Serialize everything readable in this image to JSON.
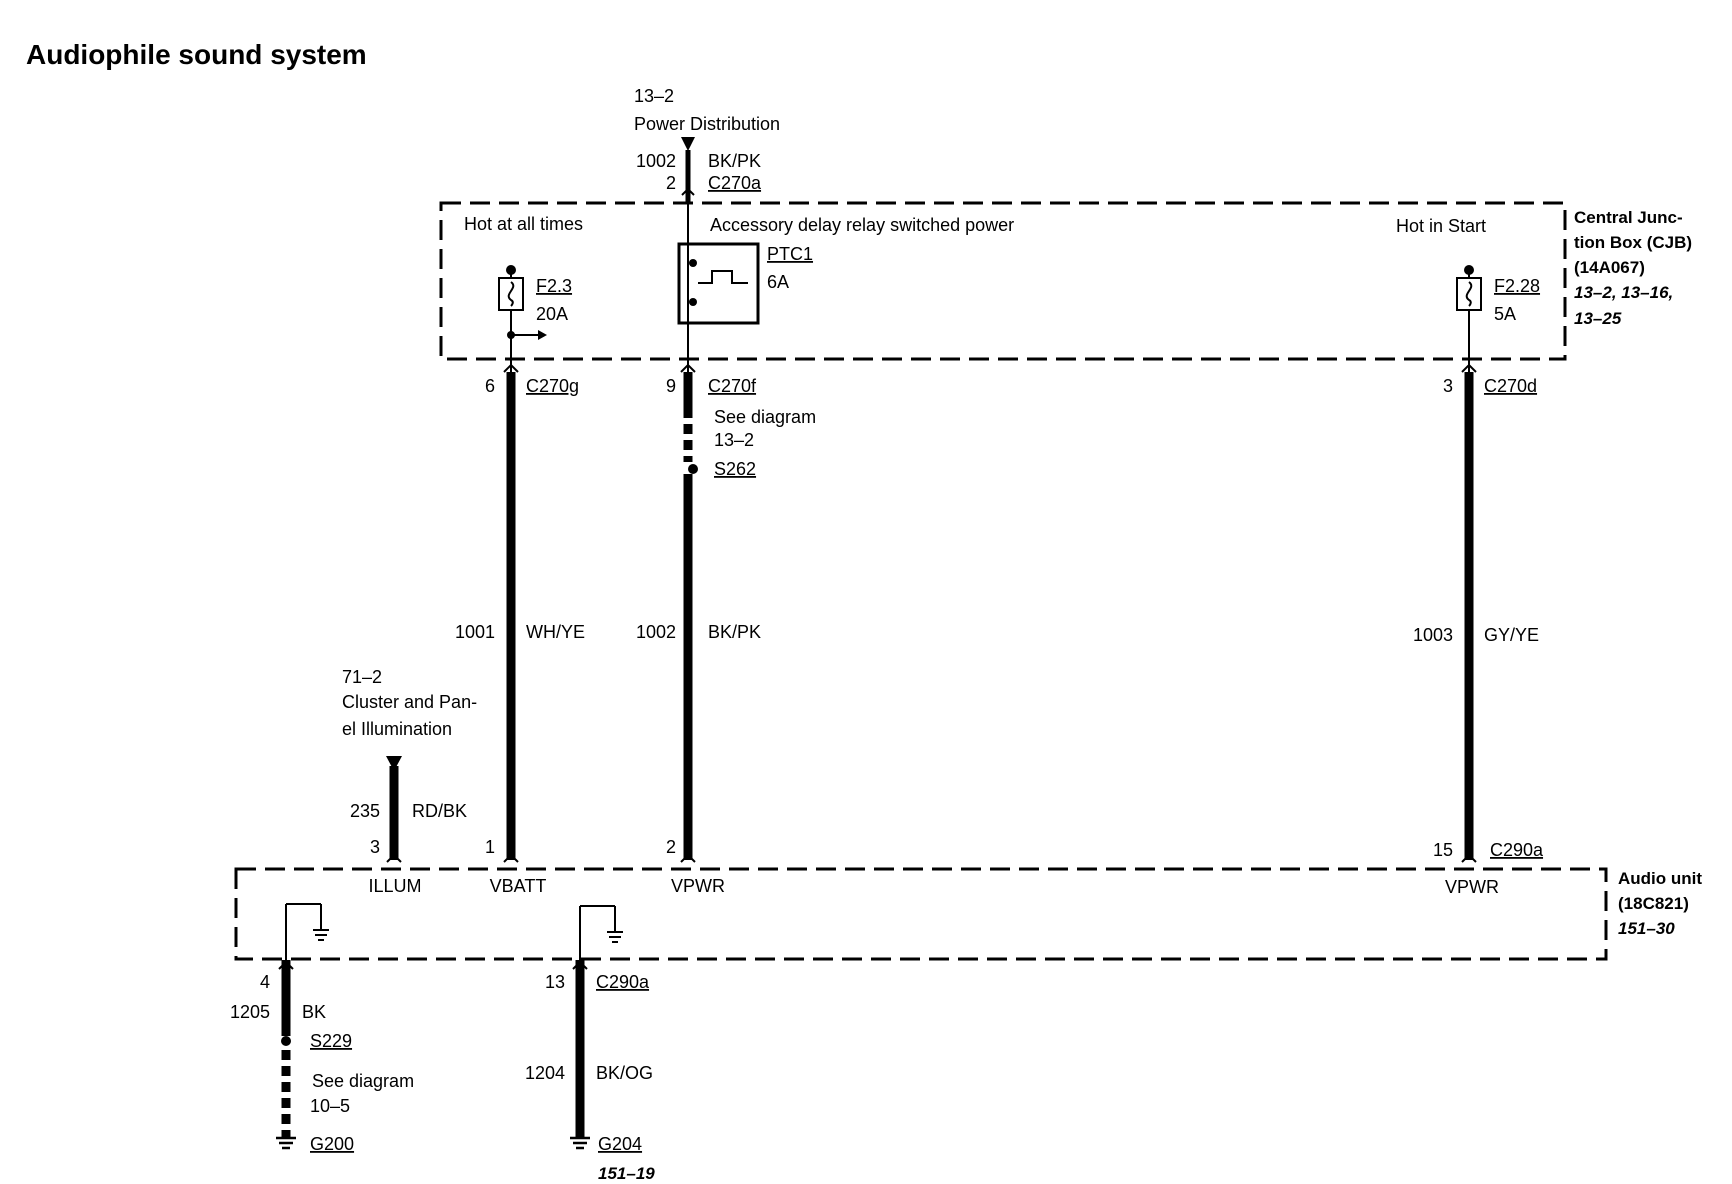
{
  "title": "Audiophile sound system",
  "top_feed": {
    "page": "13–2",
    "label": "Power Distribution",
    "circuit": "1002",
    "color": "BK/PK",
    "pin": "2",
    "connector": "C270a"
  },
  "cjb": {
    "name_line1": "Central Junc-",
    "name_line2": "tion Box (CJB)",
    "part": "(14A067)",
    "refs_line1": "13–2, 13–16,",
    "refs_line2": "13–25",
    "hot_all_times": "Hot at all times",
    "accessory_power": "Accessory delay relay switched power",
    "hot_in_start": "Hot in Start",
    "fuse_left": {
      "name": "F2.3",
      "rating": "20A"
    },
    "ptc": {
      "name": "PTC1",
      "rating": "6A"
    },
    "fuse_right": {
      "name": "F2.28",
      "rating": "5A"
    }
  },
  "wires": {
    "w1001": {
      "pin_top": "6",
      "conn_top": "C270g",
      "circuit": "1001",
      "color": "WH/YE",
      "pin_bottom": "1",
      "terminal": "VBATT"
    },
    "w1002": {
      "pin_top": "9",
      "conn_top": "C270f",
      "see": "See diagram",
      "see_ref": "13–2",
      "splice": "S262",
      "circuit": "1002",
      "color": "BK/PK",
      "pin_bottom": "2",
      "terminal": "VPWR"
    },
    "w1003": {
      "pin_top": "3",
      "conn_top": "C270d",
      "circuit": "1003",
      "color": "GY/YE",
      "pin_bottom": "15",
      "conn_bottom": "C290a",
      "terminal": "VPWR"
    },
    "w235": {
      "page": "71–2",
      "label_line1": "Cluster and Pan-",
      "label_line2": "el Illumination",
      "circuit": "235",
      "color": "RD/BK",
      "pin_bottom": "3",
      "terminal": "ILLUM"
    },
    "w1205": {
      "pin": "4",
      "circuit": "1205",
      "color": "BK",
      "splice": "S229",
      "see": "See diagram",
      "see_ref": "10–5",
      "ground": "G200"
    },
    "w1204": {
      "pin": "13",
      "connector": "C290a",
      "circuit": "1204",
      "color": "BK/OG",
      "ground": "G204",
      "ground_ref": "151–19"
    }
  },
  "audio_unit": {
    "name": "Audio unit",
    "part": "(18C821)",
    "ref": "151–30"
  }
}
